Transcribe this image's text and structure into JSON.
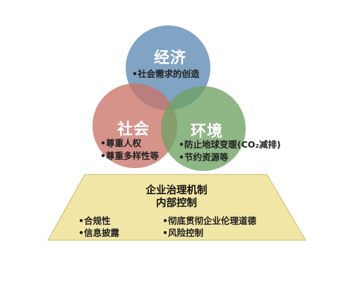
{
  "colors": {
    "economy": "#5d89b3",
    "society": "#c97469",
    "environment": "#6fa263",
    "base": "#f1e6a6",
    "base_border": "#c9b96a"
  },
  "economy": {
    "title": "经济",
    "items": [
      "•社会需求的创造"
    ]
  },
  "society": {
    "title": "社会",
    "items": [
      "•尊重人权",
      "•尊重多样性等"
    ]
  },
  "environment": {
    "title": "环境",
    "items": [
      "•防止地球变暖(CO₂减排)",
      "•节约资源等"
    ]
  },
  "base": {
    "title_line1": "企业治理机制",
    "title_line2": "内部控制",
    "left_items": [
      "•合规性",
      "•信息披露"
    ],
    "right_items": [
      "•彻底贯彻企业伦理道德",
      "•风险控制"
    ]
  }
}
